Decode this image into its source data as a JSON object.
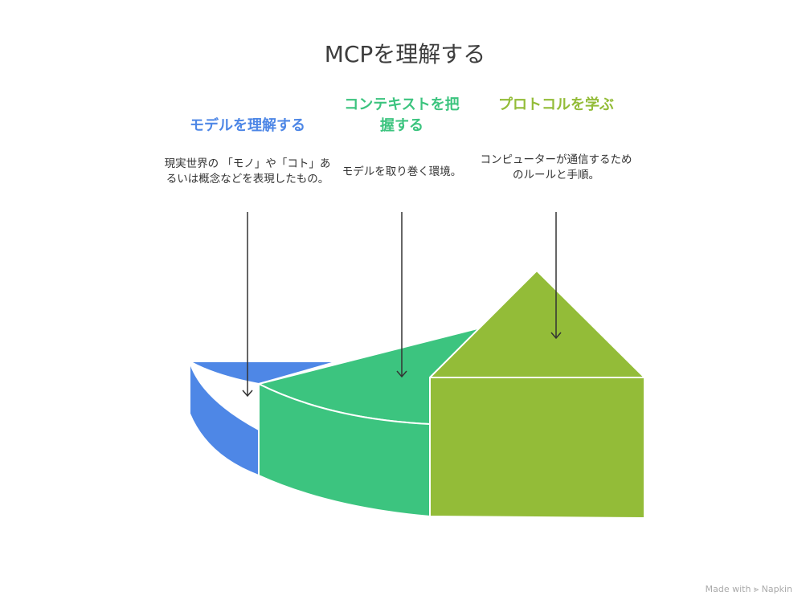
{
  "title": "MCPを理解する",
  "sections": [
    {
      "heading": "モデルを理解する",
      "description": "現実世界の 「モノ」や「コト」あるいは概念などを表現したもの。",
      "color": "#4e87e6"
    },
    {
      "heading": "コンテキストを把握する",
      "description": "モデルを取り巻く環境。",
      "color": "#3cc47f"
    },
    {
      "heading": "プロトコルを学ぶ",
      "description": "コンピューターが通信するためのルールと手順。",
      "color": "#93bc38"
    }
  ],
  "credit": "Made with ⪢ Napkin"
}
